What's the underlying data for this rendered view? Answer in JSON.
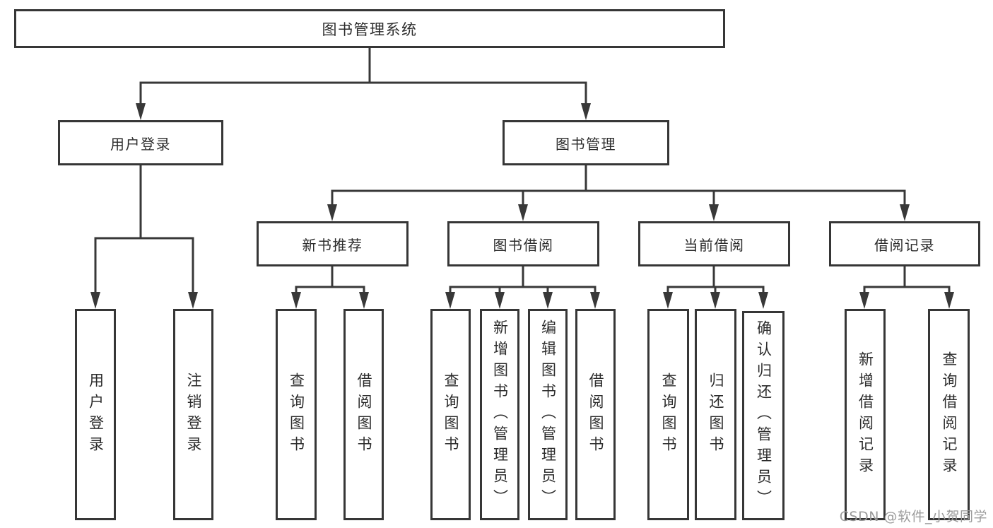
{
  "diagram": {
    "kind": "feature-tree",
    "colors": {
      "background": "#ffffff",
      "line": "#383838",
      "box_border": "#363636",
      "text": "#2c2c2c",
      "watermark": "#9b9b9b"
    },
    "nodes": {
      "root": {
        "label": "图书管理系统"
      },
      "user_login": {
        "label": "用户登录"
      },
      "book_mgmt": {
        "label": "图书管理"
      },
      "user_login_leaf": {
        "label": "用户登录"
      },
      "logout_leaf": {
        "label": "注销登录"
      },
      "new_book_rec": {
        "label": "新书推荐"
      },
      "book_borrow": {
        "label": "图书借阅"
      },
      "current_borrow": {
        "label": "当前借阅"
      },
      "borrow_records": {
        "label": "借阅记录"
      },
      "nbr_query_book": {
        "label": "查询图书"
      },
      "nbr_borrow_book": {
        "label": "借阅图书"
      },
      "bb_query_book": {
        "label": "查询图书"
      },
      "bb_add_book": {
        "label": "新增图书（管理员）"
      },
      "bb_edit_book": {
        "label": "编辑图书（管理员）"
      },
      "bb_borrow_book": {
        "label": "借阅图书"
      },
      "cb_query_book": {
        "label": "查询图书"
      },
      "cb_return_book": {
        "label": "归还图书"
      },
      "cb_confirm_return": {
        "label": "确认归还（管理员）"
      },
      "br_add_record": {
        "label": "新增借阅记录"
      },
      "br_query_record": {
        "label": "查询借阅记录"
      }
    },
    "structure": {
      "root": [
        "user_login",
        "book_mgmt"
      ],
      "user_login": [
        "user_login_leaf",
        "logout_leaf"
      ],
      "book_mgmt": [
        "new_book_rec",
        "book_borrow",
        "current_borrow",
        "borrow_records"
      ],
      "new_book_rec": [
        "nbr_query_book",
        "nbr_borrow_book"
      ],
      "book_borrow": [
        "bb_query_book",
        "bb_add_book",
        "bb_edit_book",
        "bb_borrow_book"
      ],
      "current_borrow": [
        "cb_query_book",
        "cb_return_book",
        "cb_confirm_return"
      ],
      "borrow_records": [
        "br_add_record",
        "br_query_record"
      ]
    }
  },
  "watermark": {
    "text": "CSDN @软件_小贺同学"
  }
}
